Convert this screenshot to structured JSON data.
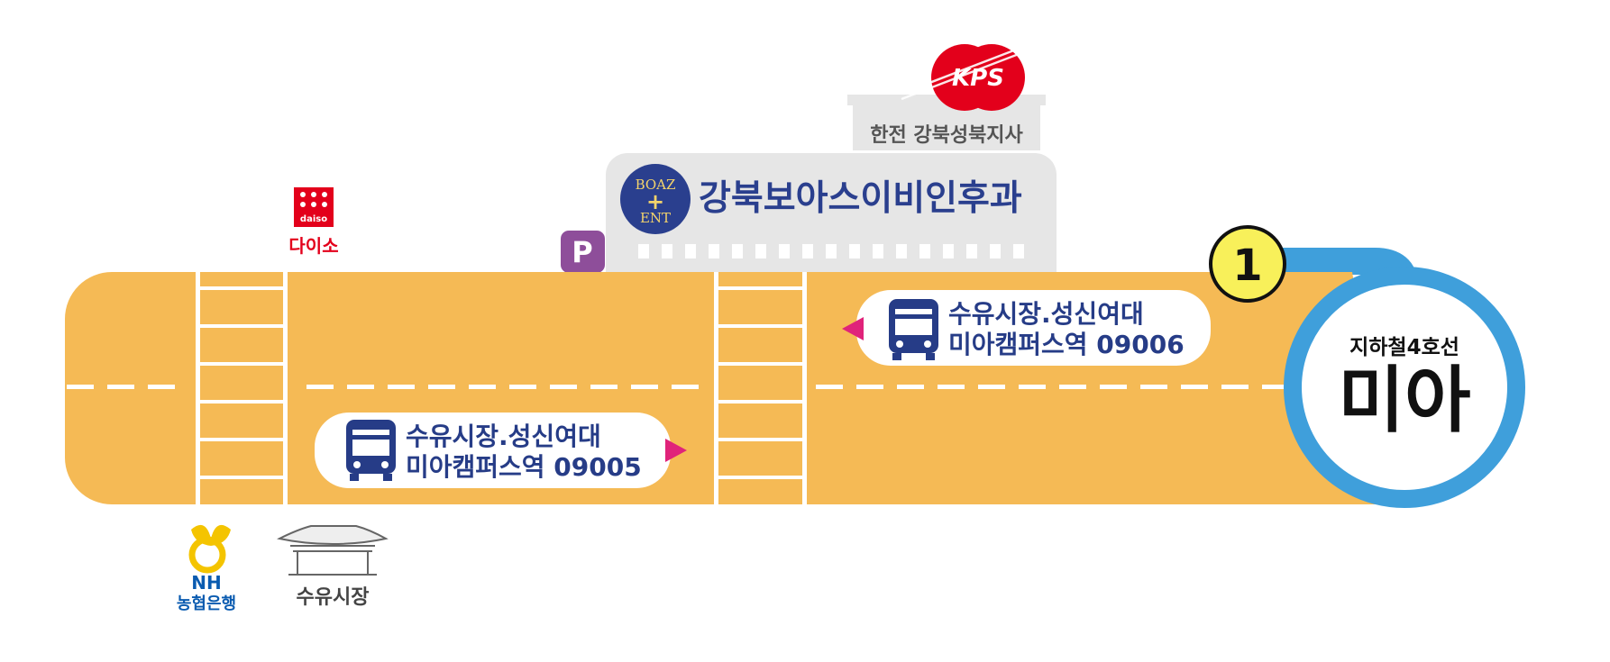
{
  "landmarks": {
    "kps_logo_text": "KPS",
    "kps_building": "한전 강북성북지사",
    "clinic_logo": {
      "line1": "BOAZ",
      "line2": "+",
      "line3": "ENT"
    },
    "clinic_name": "강북보아스이비인후과",
    "parking": "P",
    "daiso_logo_text": "daiso",
    "daiso_name": "다이소",
    "nh_logo_text": "NH",
    "nh_name": "농협은행",
    "market_name": "수유시장"
  },
  "bus_stops": [
    {
      "line1": "수유시장.성신여대",
      "line2": "미아캠퍼스역 09006",
      "direction": "left"
    },
    {
      "line1": "수유시장.성신여대",
      "line2": "미아캠퍼스역 09005",
      "direction": "right"
    }
  ],
  "station": {
    "exit_number": "1",
    "line": "지하철4호선",
    "name": "미아"
  },
  "colors": {
    "road": "#F5BA55",
    "station_ring": "#3F9FDB",
    "bus_icon": "#263C87",
    "bus_text": "#263C87",
    "arrow": "#E0237A",
    "exit_badge": "#F8F05A",
    "parking": "#8E4E9A",
    "kps_red": "#E3001B",
    "daiso_red": "#E3001B",
    "nh_blue": "#0A5BB0",
    "nh_yellow": "#F4C400",
    "building_gray": "#E6E6E6"
  },
  "icons": [
    "bus-icon",
    "bus-icon",
    "gate-pavilion-icon",
    "nh-bank-logo",
    "daiso-logo",
    "kps-logo",
    "boaz-ent-logo",
    "parking-icon"
  ]
}
